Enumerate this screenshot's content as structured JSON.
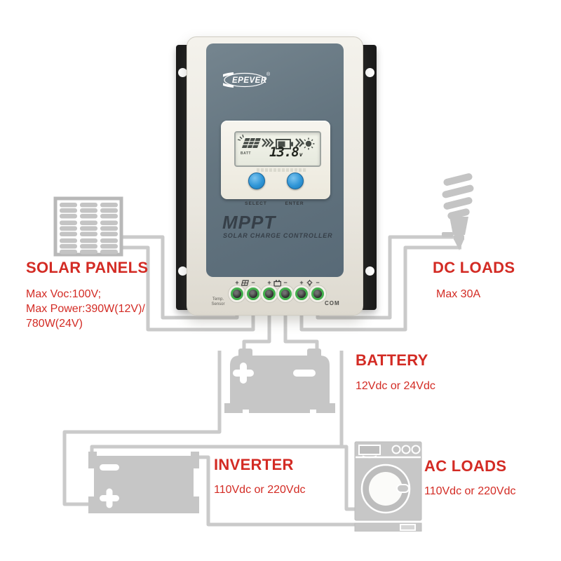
{
  "controller": {
    "brand": "EPEVER",
    "trademark": "®",
    "model": "MPPT",
    "model_subtitle": "SOLAR CHARGE CONTROLLER",
    "lcd": {
      "batt_label": "BATT",
      "voltage": "13.8",
      "voltage_unit": "v",
      "flow_icons": [
        "solar-panel",
        "chevrons-right",
        "battery",
        "chevrons-right",
        "lamp"
      ]
    },
    "buttons": [
      {
        "label": "SELECT"
      },
      {
        "label": "ENTER"
      }
    ],
    "terminal_marks": [
      "+",
      "−",
      "+",
      "−",
      "+",
      "−"
    ],
    "terminal_group_icons": [
      "solar-panel",
      "battery",
      "lamp"
    ],
    "temp_sensor_label_line1": "Temp.",
    "temp_sensor_label_line2": "Sensor",
    "com_label": "COM"
  },
  "components": {
    "solar_panels": {
      "title": "SOLAR PANELS",
      "spec_lines": [
        "Max Voc:100V;",
        "Max Power:390W(12V)/",
        "780W(24V)"
      ],
      "icon": "solar-panel-grid"
    },
    "dc_loads": {
      "title": "DC LOADS",
      "spec_lines": [
        "Max 30A"
      ],
      "icon": "cfl-bulb"
    },
    "battery": {
      "title": "BATTERY",
      "spec_lines": [
        "12Vdc or 24Vdc"
      ],
      "icon": "lead-acid-battery"
    },
    "inverter": {
      "title": "INVERTER",
      "spec_lines": [
        "110Vdc or 220Vdc"
      ],
      "icon": "inverter-box"
    },
    "ac_loads": {
      "title": "AC LOADS",
      "spec_lines": [
        "110Vdc or 220Vdc"
      ],
      "icon": "washing-machine"
    }
  },
  "colors": {
    "accent_red": "#d32b24",
    "wire_gray": "#cacaca",
    "icon_gray": "#c6c6c6",
    "panel_slate": "#63747f",
    "body_cream": "#efece4",
    "bracket_black": "#1b1b1b",
    "button_blue": "#2f95d6",
    "terminal_green": "#43b04d"
  }
}
